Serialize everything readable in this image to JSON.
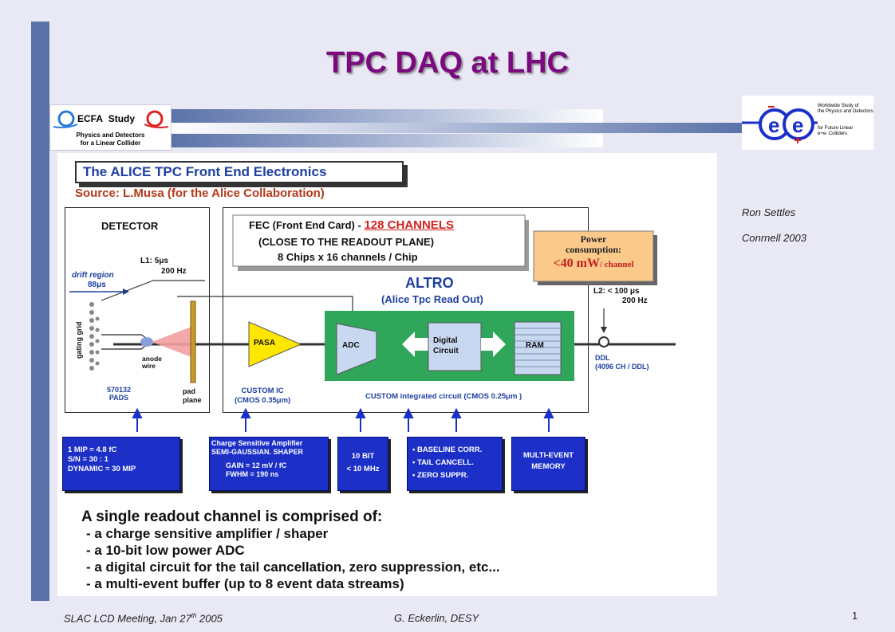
{
  "title": "TPC DAQ at LHC",
  "ecfa_logo": {
    "ecfa": "ECFA",
    "study": "Study",
    "line1": "Physics and Detectors",
    "line2": "for a Linear Collider"
  },
  "ww_logo": {
    "line1": "Worldwide Study of",
    "line2": "the Physics and Detectors",
    "line3": "for Future Linear",
    "line4": "e+e- Colliders"
  },
  "side_notes": {
    "author": "Ron Settles",
    "venue": "Conrnell 2003"
  },
  "figure": {
    "banner": "The ALICE TPC Front End Electronics",
    "source": "Source: L.Musa (for the Alice Collaboration)",
    "detector_label": "DETECTOR",
    "drift_region": "drift region",
    "drift_time": "88μs",
    "l1_a": "L1: 5μs",
    "l1_b": "200 Hz",
    "gating_grid": "gating grid",
    "anode_wire": "anode\nwire",
    "pads_a": "570132",
    "pads_b": "PADS",
    "pad_plane_a": "pad",
    "pad_plane_b": "plane",
    "fec_prefix": "FEC (Front End Card) -",
    "fec_channels": "128 CHANNELS",
    "fec_line2": "(CLOSE TO THE READOUT PLANE)",
    "fec_line3": "8 Chips x 16 channels / Chip",
    "power_a": "Power",
    "power_b": "consumption:",
    "power_value": "<40 mW",
    "power_unit": "/ channel",
    "altro": "ALTRO",
    "altro_sub": "(Alice Tpc Read Out)",
    "l2_a": "L2: < 100 μs",
    "l2_b": "200 Hz",
    "pasa": "PASA",
    "adc": "ADC",
    "digital_a": "Digital",
    "digital_b": "Circuit",
    "ram": "RAM",
    "ddl_a": "DDL",
    "ddl_b": "(4096 CH / DDL)",
    "custom_ic_a": "CUSTOM IC",
    "custom_ic_b": "(CMOS 0.35μm)",
    "custom_integrated": "CUSTOM integrated circuit (CMOS 0.25μm )",
    "box1": [
      "1 MIP = 4.8 fC",
      "S/N    = 30 : 1",
      "DYNAMIC = 30 MIP"
    ],
    "box2": [
      "Charge Sensitive Amplifier",
      "SEMI-GAUSSIAN. SHAPER",
      "",
      "GAIN   = 12 mV / fC",
      "FWHM = 190 ns"
    ],
    "box3": [
      "10 BIT",
      "< 10 MHz"
    ],
    "box4": [
      "• BASELINE CORR.",
      "• TAIL CANCELL.",
      "•  ZERO SUPPR."
    ],
    "box5": [
      "MULTI-EVENT",
      "MEMORY"
    ],
    "summary_head": "A single readout channel is comprised of:",
    "summary_items": [
      "- a charge sensitive amplifier / shaper",
      "- a 10-bit  low power ADC",
      "- a digital circuit for the tail cancellation, zero suppression, etc...",
      "- a multi-event buffer (up to 8 event data streams)"
    ]
  },
  "footer": {
    "left": "SLAC LCD  Meeting, Jan 27",
    "left_sup": "th",
    "left_year": " 2005",
    "center": "G. Eckerlin, DESY",
    "page": "1"
  }
}
